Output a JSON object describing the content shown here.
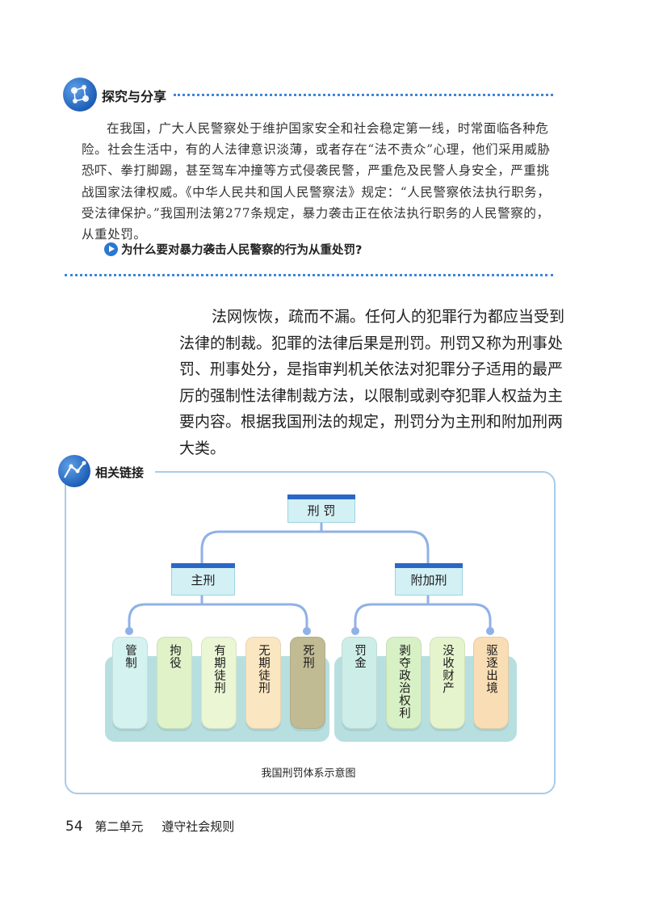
{
  "explore": {
    "title": "探究与分享",
    "paragraph": "在我国，广大人民警察处于维护国家安全和社会稳定第一线，时常面临各种危险。社会生活中，有的人法律意识淡薄，或者存在“法不责众”心理，他们采用威胁恐吓、拳打脚踢，甚至驾车冲撞等方式侵袭民警，严重危及民警人身安全，严重挑战国家法律权威。《中华人民共和国人民警察法》规定：“人民警察依法执行职务，受法律保护。”我国刑法第277条规定，暴力袭击正在依法执行职务的人民警察的，从重处罚。",
    "question": "为什么要对暴力袭击人民警察的行为从重处罚?"
  },
  "main_text": "法网恢恢，疏而不漏。任何人的犯罪行为都应当受到法律的制裁。犯罪的法律后果是刑罚。刑罚又称为刑事处罚、刑事处分，是指审判机关依法对犯罪分子适用的最严厉的强制性法律制裁方法，以限制或剥夺犯罪人权益为主要内容。根据我国刑法的规定，刑罚分为主刑和附加刑两大类。",
  "related": {
    "title": "相关链接",
    "diagram": {
      "root": "刑 罚",
      "branches": [
        {
          "label": "主刑",
          "items": [
            "管制",
            "拘役",
            "有期徒刑",
            "无期徒刑",
            "死刑"
          ]
        },
        {
          "label": "附加刑",
          "items": [
            "罚金",
            "剥夺政治权利",
            "没收财产",
            "驱逐出境"
          ]
        }
      ]
    },
    "caption": "我国刑罚体系示意图"
  },
  "footer": {
    "page_number": "54",
    "unit": "第二单元",
    "unit_title": "遵守社会规则"
  },
  "colors": {
    "accent_blue": "#2b67c4",
    "dotted_line": "#3f86d6",
    "box_border": "#a9cbe8",
    "platform": "#b7dfe0",
    "item_colors": [
      "#d4f2ef",
      "#dff2c8",
      "#eaf6d4",
      "#fbe6c2",
      "#c1bb94",
      "#cdeee8",
      "#d8f0c6",
      "#e6f4cd",
      "#f8ddb5"
    ]
  },
  "icons": [
    "explore-icon",
    "link-icon",
    "question-arrow-icon"
  ]
}
